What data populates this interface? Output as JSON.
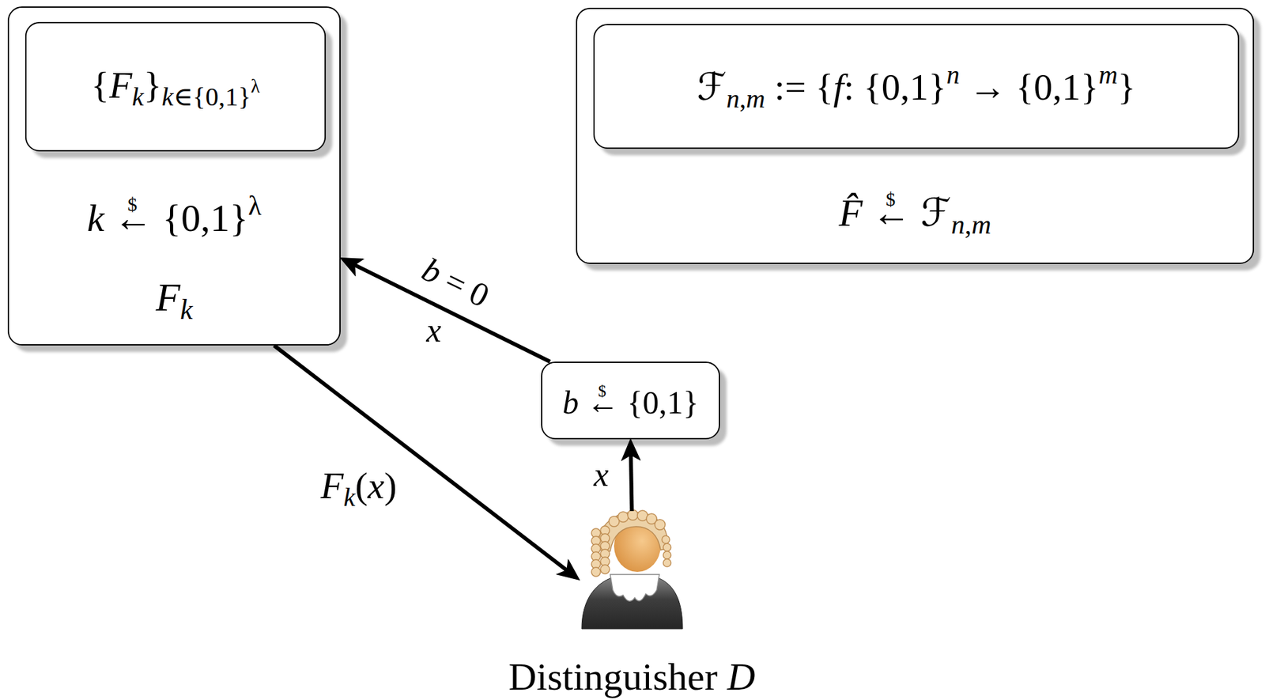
{
  "diagram": {
    "nodes": [
      {
        "text": [
          "k ←$ {0,1}λ",
          "Fk"
        ]
      },
      {
        "text": [
          "{Fk}k∈{0,1}λ"
        ],
        "in": 0
      },
      {
        "text": [
          "F̂ ←$ ℱn,m"
        ]
      },
      {
        "text": [
          "ℱn,m := {f: {0,1}n → {0,1}m}"
        ],
        "in": 2
      },
      {
        "text": [
          "b ←$ {0,1}"
        ]
      },
      {
        "text": [
          "Distinguisher D"
        ]
      }
    ],
    "edges": [
      {
        "from": 5,
        "to": 4,
        "arrow": "to",
        "label": "x"
      },
      {
        "from": 4,
        "to": 0,
        "arrow": "to",
        "label": "b = 0"
      },
      {
        "from": 0,
        "to": 5,
        "arrow": "to",
        "label": "Fk(x)"
      }
    ],
    "labels": [
      "x"
    ]
  }
}
